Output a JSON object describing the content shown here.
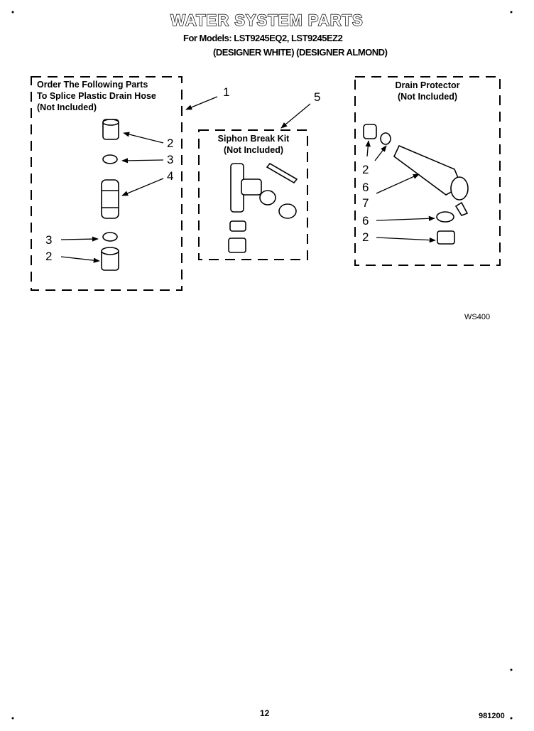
{
  "page": {
    "title": "WATER SYSTEM PARTS",
    "models_line": "For Models: LST9245EQ2, LST9245EZ2",
    "variants_line": "(DESIGNER WHITE) (DESIGNER ALMOND)",
    "figure_code": "WS400",
    "page_number": "12",
    "doc_code": "981200"
  },
  "boxes": {
    "splice": [
      "Order The Following Parts",
      "To Splice Plastic Drain Hose",
      "(Not Included)"
    ],
    "siphon": [
      "Siphon Break Kit",
      "(Not Included)"
    ],
    "drain": [
      "Drain Protector",
      "(Not Included)"
    ]
  },
  "callouts": {
    "c1": "1",
    "c2a": "2",
    "c3a": "3",
    "c4": "4",
    "c3b": "3",
    "c2b": "2",
    "c5": "5",
    "c2c": "2",
    "c6a": "6",
    "c7": "7",
    "c6b": "6",
    "c2d": "2"
  }
}
